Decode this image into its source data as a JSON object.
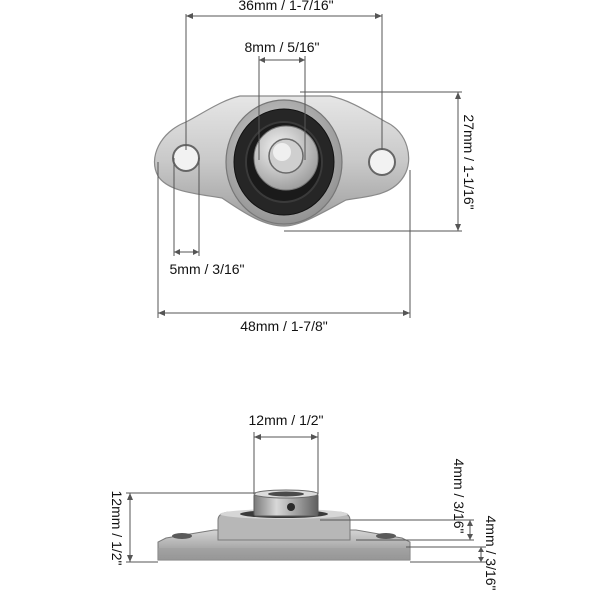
{
  "top_view": {
    "hole_spacing": "36mm / 1-7/16\"",
    "bore": "8mm / 5/16\"",
    "height": "27mm / 1-1/16\"",
    "mount_hole": "5mm / 3/16\"",
    "overall_length": "48mm / 1-7/8\""
  },
  "side_view": {
    "collar_width": "12mm / 1/2\"",
    "total_height": "12mm / 1/2\"",
    "housing_thickness": "4mm / 3/16\"",
    "flange_thickness": "4mm / 3/16\""
  },
  "colors": {
    "metal_light": "#d9d9d9",
    "metal_mid": "#a8a8a8",
    "metal_dark": "#6e6e6e",
    "seal": "#222222",
    "dimension_line": "#555555"
  }
}
